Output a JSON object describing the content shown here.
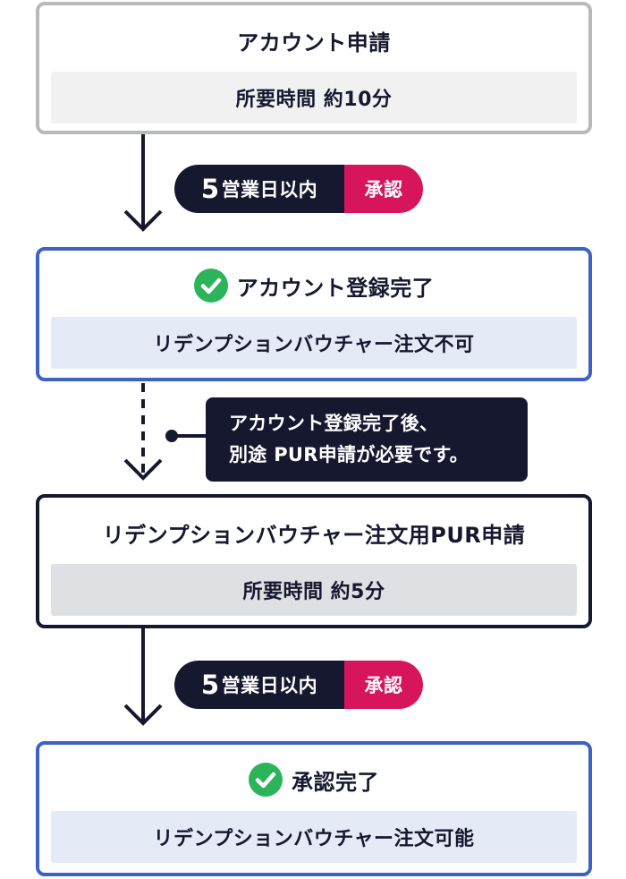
{
  "steps": [
    {
      "title": "アカウント申請",
      "subtitle": "所要時間 約10分"
    },
    {
      "title": "アカウント登録完了",
      "subtitle": "リデンプションバウチャー注文不可"
    },
    {
      "title": "リデンプションバウチャー注文用PUR申請",
      "subtitle": "所要時間 約5分"
    },
    {
      "title": "承認完了",
      "subtitle": "リデンプションバウチャー注文可能"
    }
  ],
  "approval_badge": {
    "days_number": "5",
    "days_text": "営業日以内",
    "approve_label": "承認"
  },
  "note": {
    "line1": "アカウント登録完了後、",
    "line2": "別途 PUR申請が必要です。"
  },
  "colors": {
    "navy": "#16182f",
    "blue_border": "#3c62c3",
    "gray_border": "#b7b9bd",
    "approve_red": "#d6155d",
    "check_green": "#2bb45a"
  }
}
